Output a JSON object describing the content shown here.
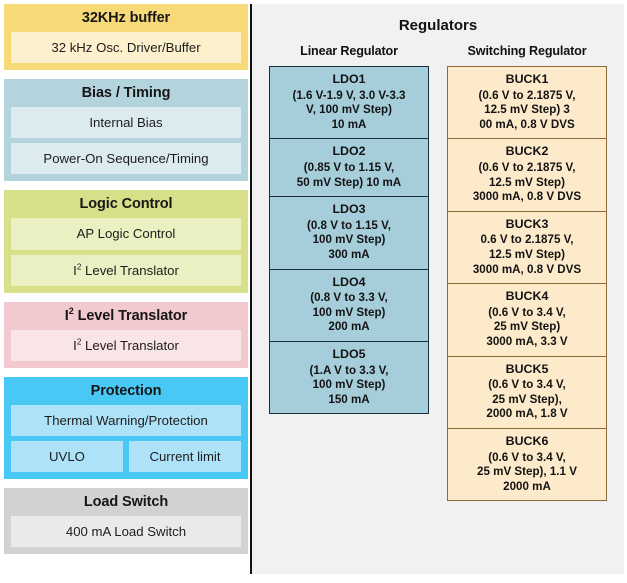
{
  "left_column": {
    "blocks": [
      {
        "title": "32KHz buffer",
        "color": "#f7d977",
        "item_color": "#fdf0cc",
        "items": [
          {
            "label": "32 kHz Osc. Driver/Buffer",
            "height": 36
          }
        ]
      },
      {
        "title": "Bias / Timing",
        "color": "#b3d4dd",
        "item_color": "#dcebf0",
        "items": [
          {
            "label": "Internal Bias",
            "height": 36
          },
          {
            "label": "Power-On Sequence/Timing",
            "height": 36
          }
        ]
      },
      {
        "title": "Logic Control",
        "color": "#d7e088",
        "item_color": "#eaf0c2",
        "items": [
          {
            "label": "AP Logic Control",
            "height": 36
          },
          {
            "label": "I2C Level Translator",
            "height": 36,
            "superscript": true
          }
        ]
      },
      {
        "title": "I2C Level Translator",
        "superscript_title": true,
        "color": "#f2c9cf",
        "item_color": "#f9e4e8",
        "items": [
          {
            "label": "I2C Level Translator",
            "height": 36,
            "superscript": true
          }
        ]
      },
      {
        "title": "Protection",
        "color": "#49c8f5",
        "item_color": "#ade2f8",
        "items": [
          {
            "label": "Thermal Warning/Protection",
            "height": 36
          }
        ],
        "split_row": [
          {
            "label": "UVLO",
            "height": 36
          },
          {
            "label": "Current limit",
            "height": 36
          }
        ]
      },
      {
        "title": "Load Switch",
        "color": "#d2d2d2",
        "item_color": "#eaeaea",
        "items": [
          {
            "label": "400 mA Load Switch",
            "height": 36
          }
        ]
      }
    ]
  },
  "right_panel": {
    "title": "Regulators",
    "background": "#f1f1f1",
    "columns": [
      {
        "heading": "Linear Regulator",
        "kind": "ldo",
        "fill": "#a6cdda",
        "border": "#1b2c3a",
        "boxes": [
          {
            "name": "LDO1",
            "spec_lines": [
              "(1.6 V-1.9 V, 3.0 V-3.3",
              "V, 100 mV Step)",
              "10 mA"
            ]
          },
          {
            "name": "LDO2",
            "spec_lines": [
              "(0.85 V to 1.15 V,",
              "50 mV Step) 10 mA"
            ]
          },
          {
            "name": "LDO3",
            "spec_lines": [
              "(0.8 V to 1.15 V,",
              "100 mV Step)",
              "300 mA"
            ]
          },
          {
            "name": "LDO4",
            "spec_lines": [
              "(0.8 V to 3.3 V,",
              "100 mV Step)",
              "200 mA"
            ]
          },
          {
            "name": "LDO5",
            "spec_lines": [
              "(1.A V to 3.3 V,",
              "100 mV Step)",
              "150 mA"
            ]
          }
        ]
      },
      {
        "heading": "Switching Regulator",
        "kind": "buck",
        "fill": "#fdeacb",
        "border": "#8d6a3c",
        "boxes": [
          {
            "name": "BUCK1",
            "spec_lines": [
              "(0.6 V to 2.1875 V,",
              "12.5 mV Step) 3",
              "00 mA, 0.8 V DVS"
            ]
          },
          {
            "name": "BUCK2",
            "spec_lines": [
              "(0.6 V to 2.1875 V,",
              "12.5 mV Step)",
              "3000 mA, 0.8 V DVS"
            ]
          },
          {
            "name": "BUCK3",
            "spec_lines": [
              "0.6 V to 2.1875 V,",
              "12.5 mV Step)",
              "3000 mA, 0.8 V DVS"
            ]
          },
          {
            "name": "BUCK4",
            "spec_lines": [
              "(0.6 V to 3.4 V,",
              "25 mV Step)",
              "3000 mA, 3.3 V"
            ]
          },
          {
            "name": "BUCK5",
            "spec_lines": [
              "(0.6 V to 3.4 V,",
              "25 mV Step),",
              "2000 mA, 1.8 V"
            ]
          },
          {
            "name": "BUCK6",
            "spec_lines": [
              "(0.6 V to 3.4 V,",
              "25 mV Step), 1.1 V",
              "2000 mA"
            ]
          }
        ]
      }
    ]
  }
}
